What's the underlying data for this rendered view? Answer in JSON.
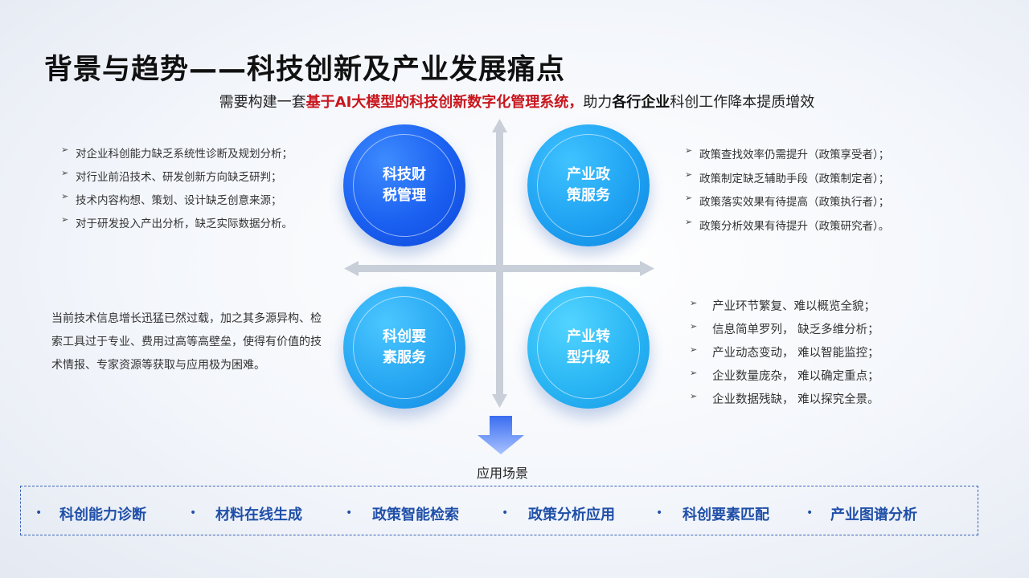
{
  "title": "背景与趋势——科技创新及产业发展痛点",
  "subtitle": {
    "prefix": "需要构建一套",
    "highlight": "基于AI大模型的科技创新数字化管理系统，",
    "middle": "助力",
    "bold": "各行企业",
    "suffix": "科创工作降本提质增效"
  },
  "quadrants": {
    "top_left": {
      "circle": [
        "科技财",
        "税管理"
      ],
      "items": [
        "对企业科创能力缺乏系统性诊断及规划分析；",
        "对行业前沿技术、研发创新方向缺乏研判；",
        "技术内容构想、策划、设计缺乏创意来源；",
        "对于研发投入产出分析，缺乏实际数据分析。"
      ]
    },
    "top_right": {
      "circle": [
        "产业政",
        "策服务"
      ],
      "items": [
        "政策查找效率仍需提升（政策享受者）；",
        "政策制定缺乏辅助手段（政策制定者）；",
        "政策落实效果有待提高（政策执行者）；",
        "政策分析效果有待提升（政策研究者）。"
      ]
    },
    "bottom_left": {
      "circle": [
        "科创要",
        "素服务"
      ],
      "paragraph": "当前技术信息增长迅猛已然过载，加之其多源异构、检索工具过于专业、费用过高等高壁垒，使得有价值的技术情报、专家资源等获取与应用极为困难。"
    },
    "bottom_right": {
      "circle": [
        "产业转",
        "型升级"
      ],
      "items": [
        "产业环节繁复、难以概览全貌；",
        "信息简单罗列， 缺乏多维分析；",
        "产业动态变动， 难以智能监控；",
        "企业数量庞杂， 难以确定重点；",
        "企业数据残缺， 难以探究全景。"
      ]
    }
  },
  "scene_label": "应用场景",
  "scenarios": [
    "科创能力诊断",
    "材料在线生成",
    "政策智能检索",
    "政策分析应用",
    "科创要素匹配",
    "产业图谱分析"
  ],
  "icons": {
    "bullet": "arrowhead-bullet-icon",
    "down": "down-arrow-icon"
  },
  "colors": {
    "highlight_red": "#c8161d",
    "scenario_blue": "#1f4fa8",
    "circle_blue": "#1a5ff0",
    "circle_cyan": "#26a6f2"
  }
}
